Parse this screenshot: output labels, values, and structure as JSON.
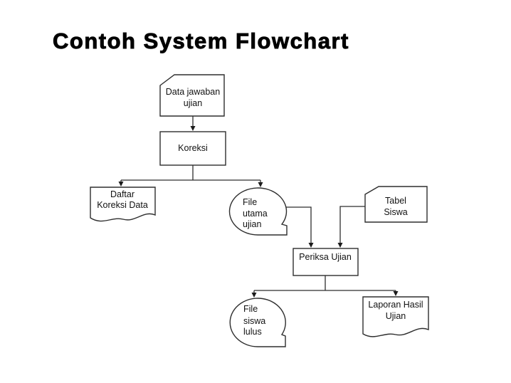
{
  "title": "Contoh System Flowchart",
  "diagram": {
    "nodes": [
      {
        "id": "data-jawaban-ujian",
        "shape": "card",
        "lines": [
          "Data jawaban",
          "ujian"
        ]
      },
      {
        "id": "koreksi",
        "shape": "process",
        "lines": [
          "Koreksi"
        ]
      },
      {
        "id": "daftar-koreksi-data",
        "shape": "document",
        "lines": [
          "Daftar",
          "Koreksi Data"
        ]
      },
      {
        "id": "file-utama-ujian",
        "shape": "stored-data",
        "lines": [
          "File",
          "utama",
          "ujian"
        ]
      },
      {
        "id": "tabel-siswa",
        "shape": "card",
        "lines": [
          "Tabel",
          "Siswa"
        ]
      },
      {
        "id": "periksa-ujian",
        "shape": "process",
        "lines": [
          "Periksa Ujian"
        ]
      },
      {
        "id": "file-siswa-lulus",
        "shape": "stored-data",
        "lines": [
          "File",
          "siswa",
          "lulus"
        ]
      },
      {
        "id": "laporan-hasil-ujian",
        "shape": "document",
        "lines": [
          "Laporan Hasil",
          "Ujian"
        ]
      }
    ],
    "edges": [
      {
        "from": "data-jawaban-ujian",
        "to": "koreksi"
      },
      {
        "from": "koreksi",
        "to": "daftar-koreksi-data"
      },
      {
        "from": "koreksi",
        "to": "file-utama-ujian"
      },
      {
        "from": "file-utama-ujian",
        "to": "periksa-ujian"
      },
      {
        "from": "tabel-siswa",
        "to": "periksa-ujian"
      },
      {
        "from": "periksa-ujian",
        "to": "file-siswa-lulus"
      },
      {
        "from": "periksa-ujian",
        "to": "laporan-hasil-ujian"
      }
    ]
  },
  "colors": {
    "background": "#ffffff",
    "stroke": "#2e2e2e",
    "text": "#111111",
    "title": "#000000"
  }
}
